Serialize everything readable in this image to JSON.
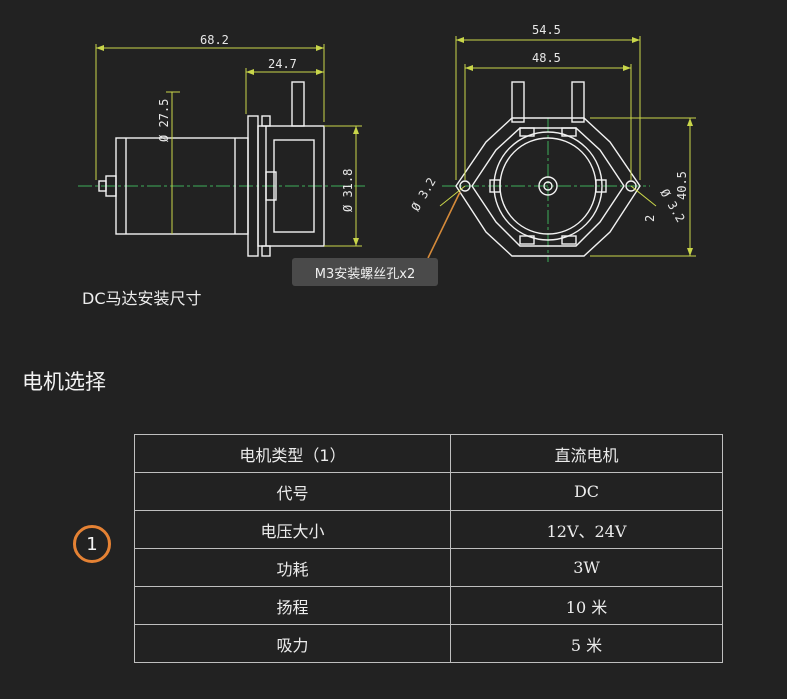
{
  "drawing": {
    "dims": {
      "left_total_width": "68.2",
      "left_pump_width": "24.7",
      "left_motor_dia": "Ø 27.5",
      "left_pump_dia": "Ø 31.8",
      "right_total_width": "54.5",
      "right_hole_spacing": "48.5",
      "right_height": "40.5",
      "left_hole_dia": "Ø 3.2",
      "right_hole_dia": "Ø 3.2",
      "right_hole_dia_sub": "2"
    },
    "callout": "M3安装螺丝孔x2",
    "caption": "DC马达安装尺寸",
    "colors": {
      "dimension_line": "#c9d64a",
      "center_line": "#3fae5b",
      "callout_leader": "#d58a3a",
      "outline": "#f2f2f2"
    }
  },
  "section": {
    "title": "电机选择",
    "badge": "1",
    "badge_color": "#e58234"
  },
  "table": {
    "rows": [
      {
        "label": "电机类型（1）",
        "value": "直流电机"
      },
      {
        "label": "代号",
        "value": "DC"
      },
      {
        "label": "电压大小",
        "value": "12V、24V"
      },
      {
        "label": "功耗",
        "value": "3W"
      },
      {
        "label": "扬程",
        "value": "10 米"
      },
      {
        "label": "吸力",
        "value": "5 米"
      }
    ]
  }
}
